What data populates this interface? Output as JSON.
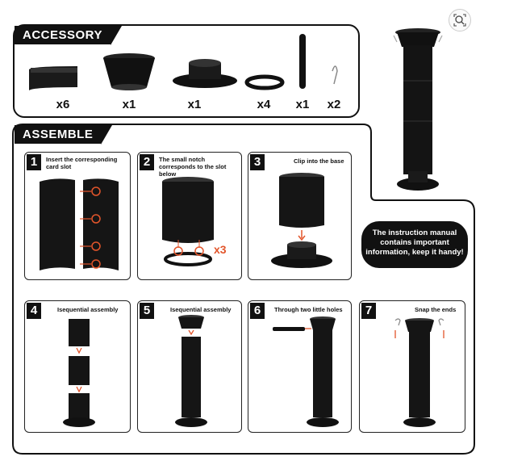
{
  "accessory": {
    "title": "ACCESSORY",
    "items": [
      {
        "name": "card slot panel",
        "qty": "x6"
      },
      {
        "name": "top funnel",
        "qty": "x1"
      },
      {
        "name": "base plate",
        "qty": "x1"
      },
      {
        "name": "ring",
        "qty": "x4"
      },
      {
        "name": "rod",
        "qty": "x1"
      },
      {
        "name": "pin",
        "qty": "x2"
      }
    ]
  },
  "assemble": {
    "title": "ASSEMBLE",
    "steps": [
      {
        "num": "1",
        "caption": "Insert the corresponding card slot"
      },
      {
        "num": "2",
        "caption": "The small notch corresponds to the slot below",
        "extra": "x3"
      },
      {
        "num": "3",
        "caption": "Clip into the base"
      },
      {
        "num": "4",
        "caption": "Isequential assembly"
      },
      {
        "num": "5",
        "caption": "Isequential assembly"
      },
      {
        "num": "6",
        "caption": "Through two little holes"
      },
      {
        "num": "7",
        "caption": "Snap the ends"
      }
    ]
  },
  "note": "The instruction manual contains important information, keep it handy!",
  "colors": {
    "ink": "#111111",
    "accent": "#e2552b"
  },
  "icons": {
    "lens": "visual-search-icon"
  }
}
